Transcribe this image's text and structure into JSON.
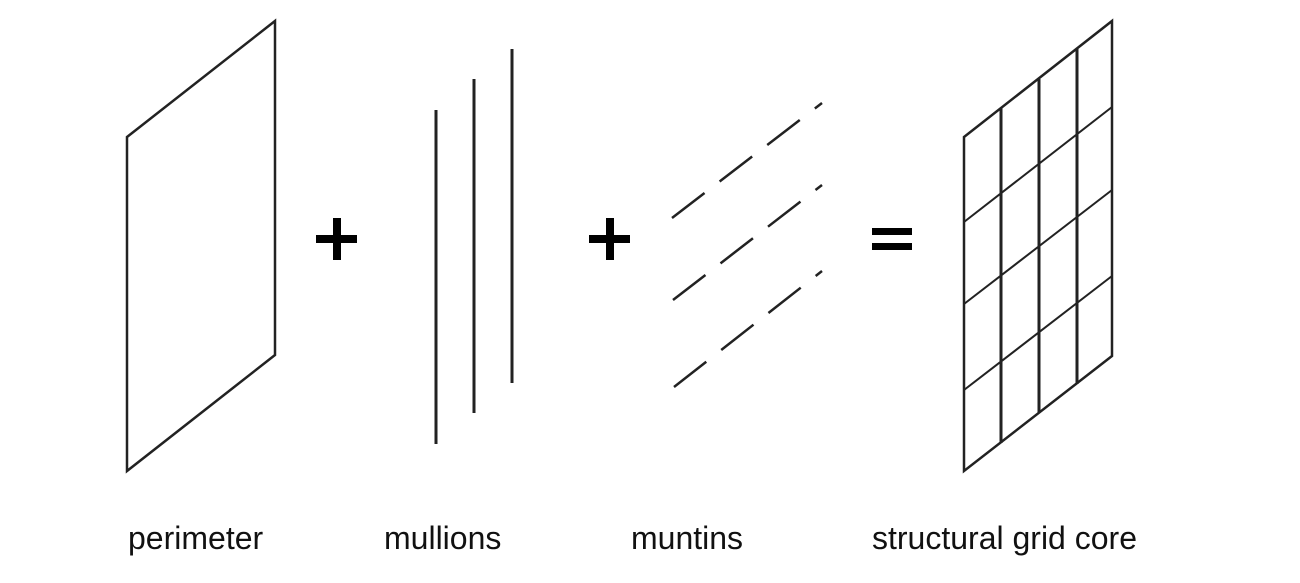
{
  "labels": {
    "perimeter": "perimeter",
    "mullions": "mullions",
    "muntins": "muntins",
    "result": "structural grid core"
  },
  "operators": {
    "plus_1": "+",
    "plus_2": "+",
    "equals": "="
  },
  "colors": {
    "stroke": "#222222",
    "operator": "#000000",
    "text": "#111111",
    "background": "#ffffff"
  }
}
